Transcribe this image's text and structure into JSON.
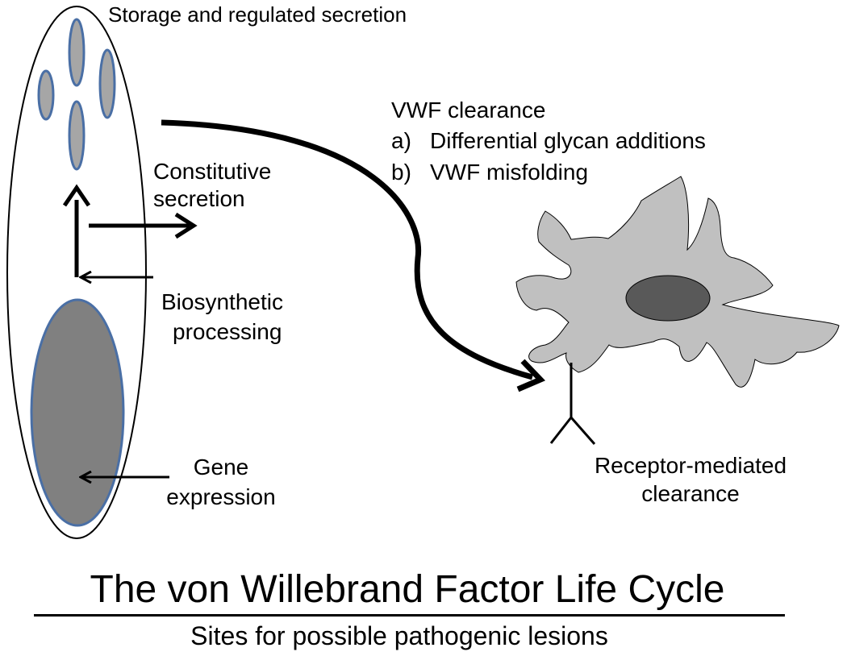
{
  "labels": {
    "storage": "Storage and regulated secretion",
    "constitutive_1": "Constitutive",
    "constitutive_2": "secretion",
    "biosynthetic_1": "Biosynthetic",
    "biosynthetic_2": "processing",
    "gene_1": "Gene",
    "gene_2": "expression",
    "clearance_heading": "VWF clearance",
    "clearance_a_marker": "a)",
    "clearance_a_text": "Differential glycan additions",
    "clearance_b_marker": "b)",
    "clearance_b_text": "VWF misfolding",
    "receptor_1": "Receptor-mediated",
    "receptor_2": "clearance"
  },
  "title": "The von Willebrand Factor Life Cycle",
  "subtitle": "Sites for possible pathogenic lesions",
  "colors": {
    "granule_fill": "#a6a6a6",
    "granule_stroke": "#4a6fa5",
    "nucleus_fill": "#808080",
    "macrophage_fill": "#c0c0c0",
    "macrophage_nucleus": "#595959",
    "ink": "#000000"
  }
}
